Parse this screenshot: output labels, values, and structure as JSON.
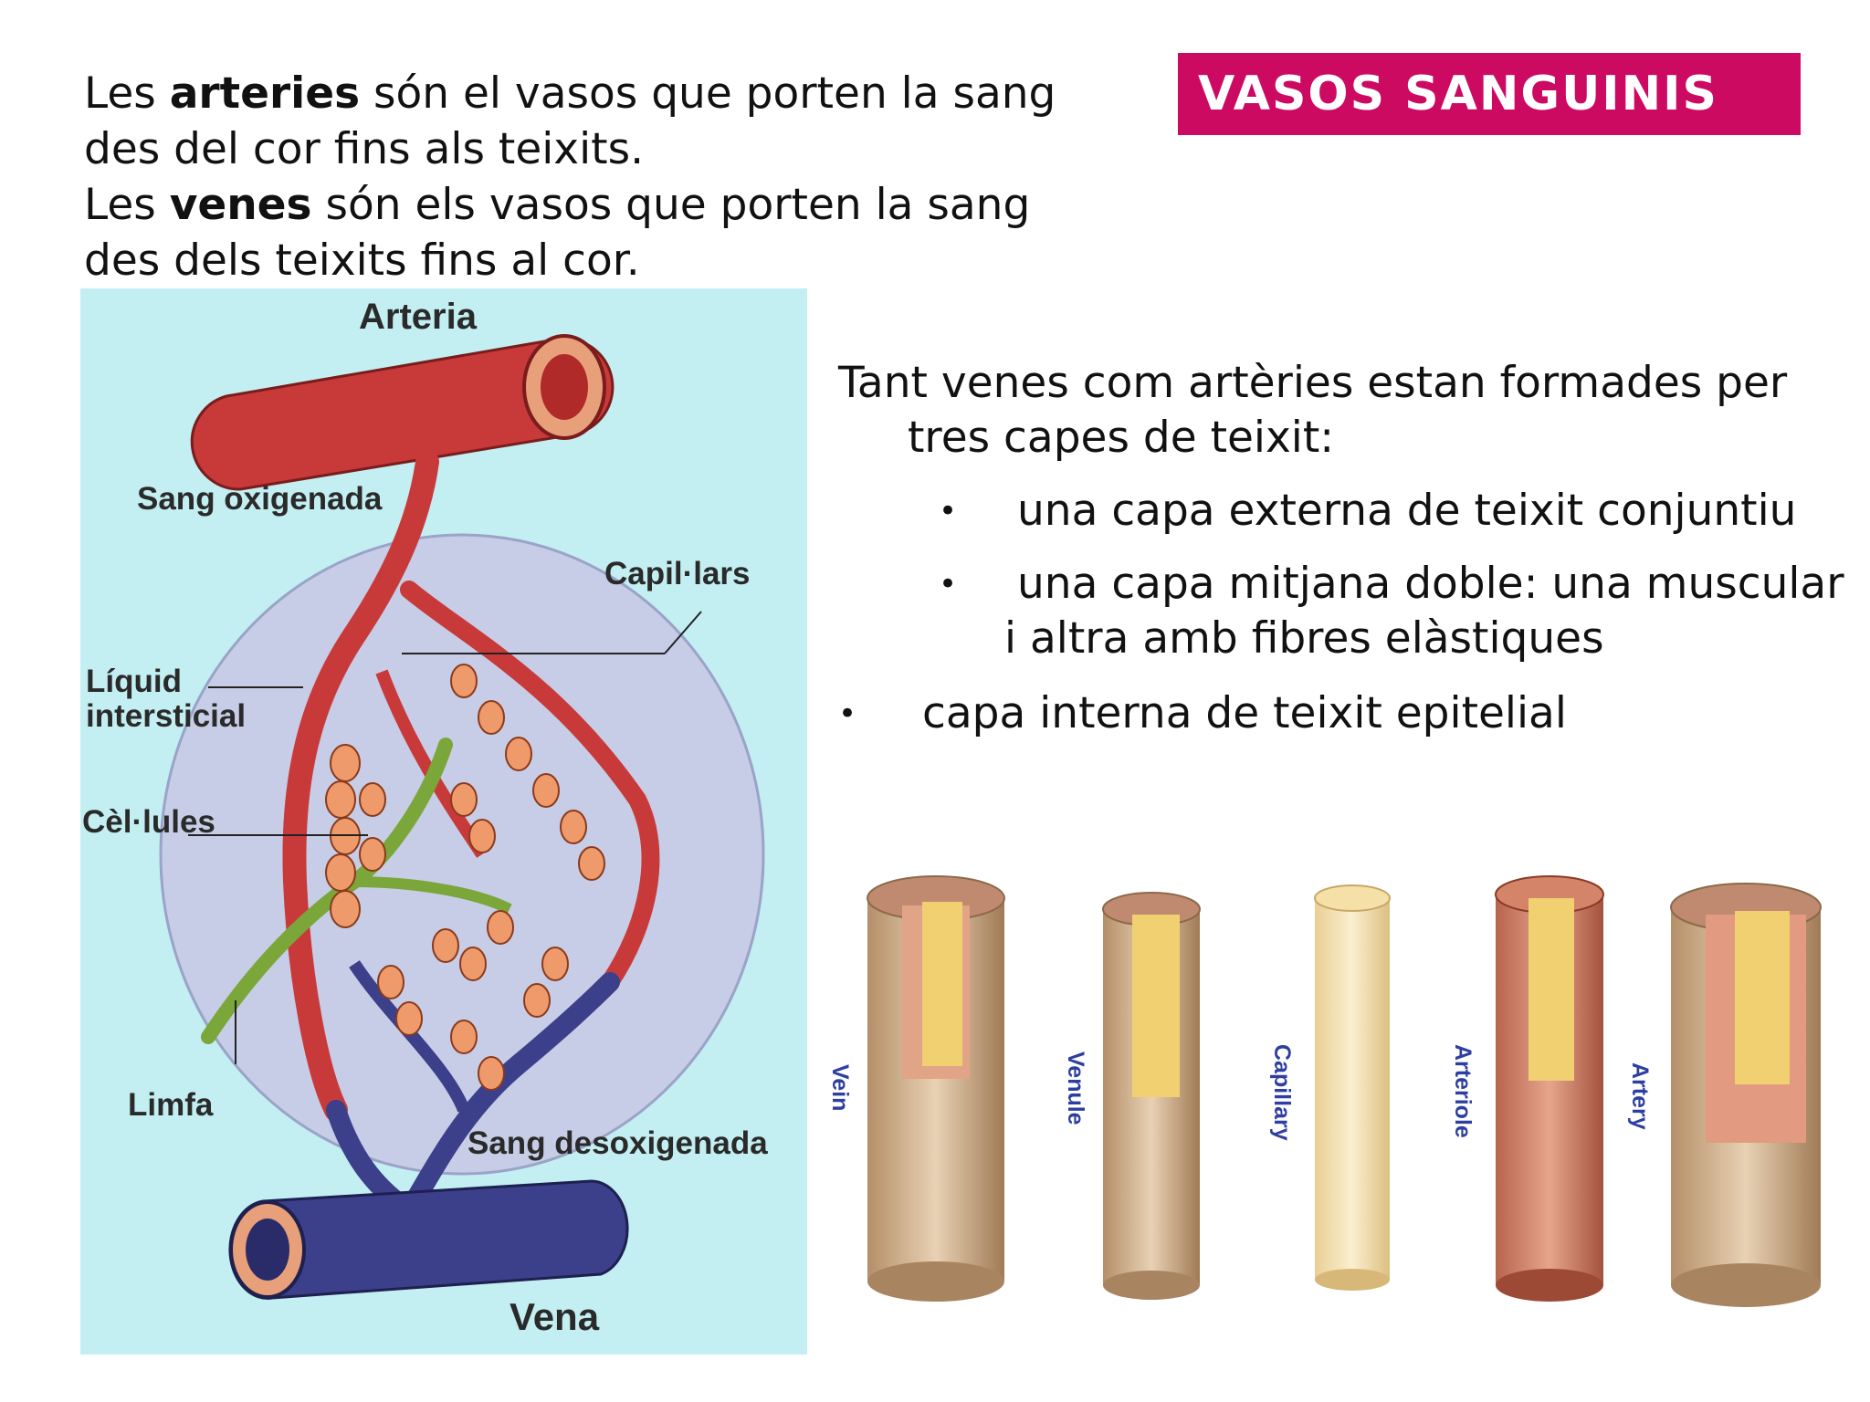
{
  "title": "VASOS SANGUINIS",
  "intro": {
    "p1_pre": "Les ",
    "p1_bold": "arteries",
    "p1_post": " són el vasos que porten la sang des del cor fins als teixits.",
    "p2_pre": "Les ",
    "p2_bold": "venes",
    "p2_post": " són els vasos que porten la sang des dels teixits fins al cor."
  },
  "layers": {
    "lead_line1": "Tant venes com artèries estan formades per",
    "lead_line2": "tres capes de teixit:",
    "bullet_glyph": "•",
    "items": [
      {
        "line1": " una capa externa de teixit conjuntiu",
        "line2": ""
      },
      {
        "line1": " una capa mitjana doble: una muscular",
        "line2": "i altra amb fibres elàstiques"
      }
    ],
    "last": "capa interna de teixit epitelial"
  },
  "diagram": {
    "labels": {
      "arteria": "Arteria",
      "sang_oxigenada": "Sang oxigenada",
      "capillars": "Capil·lars",
      "liquid_1": "Líquid",
      "liquid_2": "intersticial",
      "cellules": "Cèl·lules",
      "limfa": "Limfa",
      "sang_desoxigenada": "Sang desoxigenada",
      "vena": "Vena"
    },
    "colors": {
      "background": "#c3eff2",
      "artery": "#c83a3a",
      "vein": "#3c3f8a",
      "lymph": "#7aa63a",
      "cells": "#ef9a6a",
      "tissue": "#c7cde6"
    }
  },
  "vessels": {
    "labels": [
      "Vein",
      "Venule",
      "Capillary",
      "Arteriole",
      "Artery"
    ],
    "label_color": "#2d3fa0"
  }
}
